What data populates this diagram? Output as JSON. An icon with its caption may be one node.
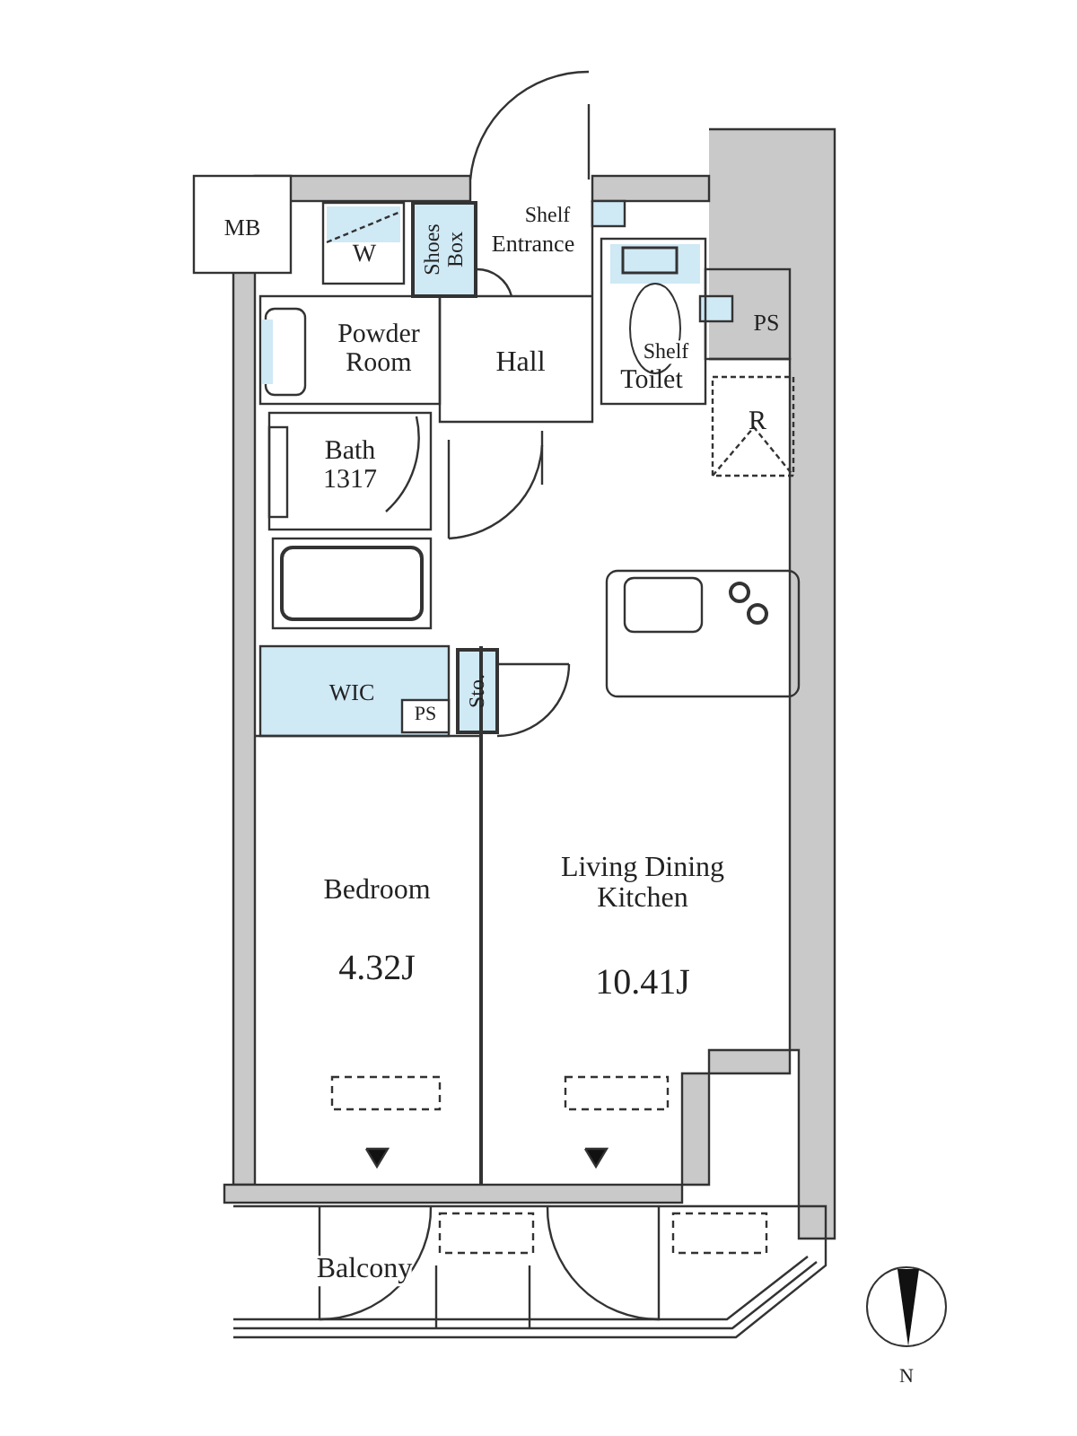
{
  "diagram": {
    "labels": [
      "MB",
      "W",
      "Shoes Box",
      "Shelf",
      "Entrance",
      "Shelf",
      "Toilet",
      "PS",
      "Powder Room",
      "Hall",
      "R",
      "Bath 1317",
      "WIC",
      "PS",
      "Sto.",
      "Bedroom",
      "4.32J",
      "Living Dining Kitchen",
      "10.41J",
      "Balcony",
      "N"
    ]
  }
}
